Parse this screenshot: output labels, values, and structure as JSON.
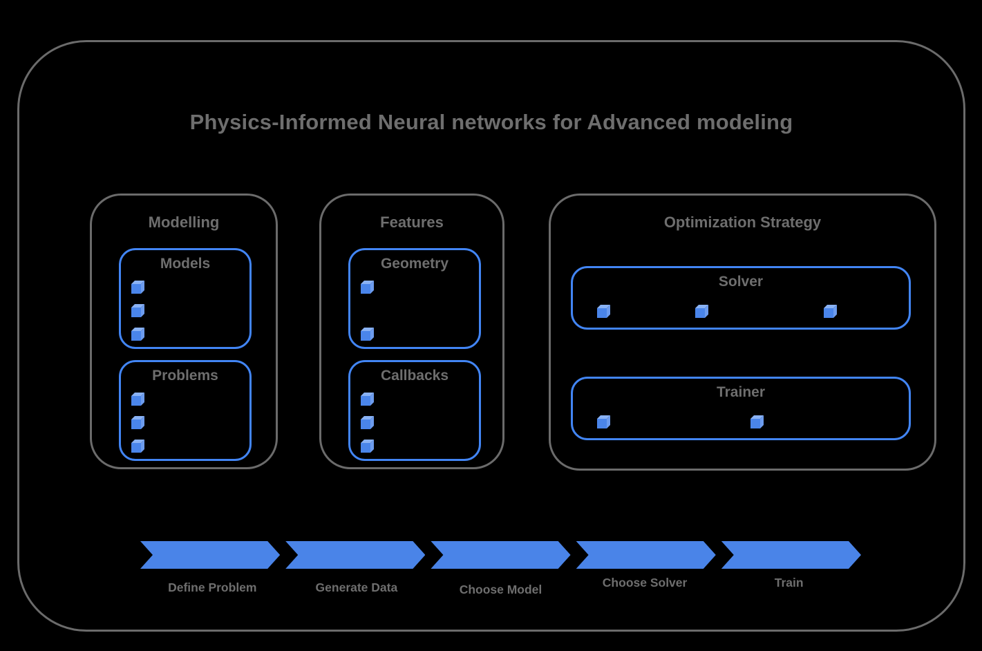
{
  "title": "Physics-Informed Neural networks for Advanced modeling",
  "sections": [
    {
      "label": "Modelling",
      "boxes": [
        {
          "label": "Models",
          "bullet_count": 3
        },
        {
          "label": "Problems",
          "bullet_count": 3
        }
      ]
    },
    {
      "label": "Features",
      "boxes": [
        {
          "label": "Geometry",
          "bullet_count": 2
        },
        {
          "label": "Callbacks",
          "bullet_count": 3
        }
      ]
    },
    {
      "label": "Optimization Strategy",
      "boxes": [
        {
          "label": "Solver",
          "bullet_count": 3
        },
        {
          "label": "Trainer",
          "bullet_count": 2
        }
      ]
    }
  ],
  "pipeline": {
    "steps": [
      {
        "label": "Define Problem"
      },
      {
        "label": "Generate Data"
      },
      {
        "label": "Choose Model"
      },
      {
        "label": "Choose Solver"
      },
      {
        "label": "Train"
      }
    ]
  },
  "colors": {
    "background": "#000000",
    "border_gray": "#6b6b6b",
    "text_gray": "#6e6e6e",
    "accent_blue": "#4285f4",
    "arrow_blue": "#4a84e8",
    "cube_front": "#4a85ea",
    "cube_top": "#8ab2f4",
    "cube_side": "#6d9cee"
  }
}
